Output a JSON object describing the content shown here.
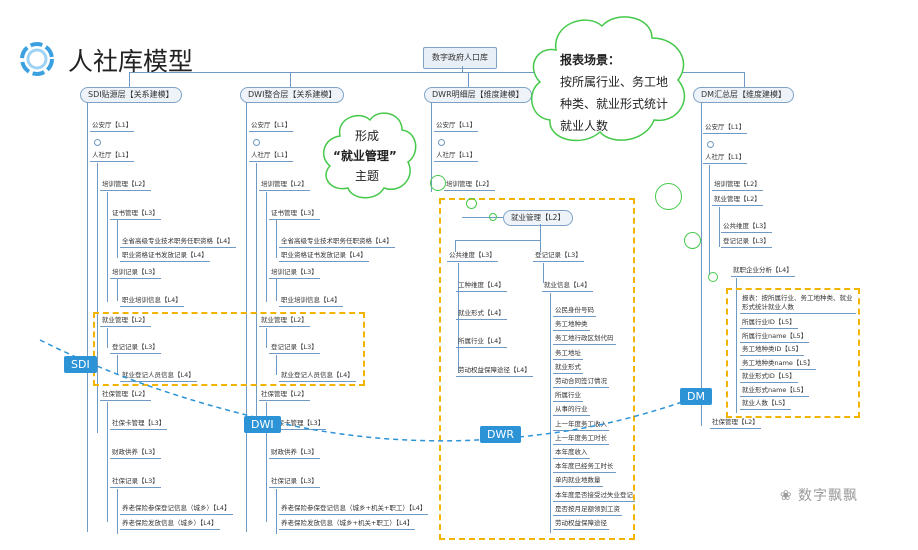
{
  "title": "人社库模型",
  "root": "数字政府人口库",
  "layers": {
    "sdi": "SDI贴源层【关系建模】",
    "dwi": "DWI整合层【关系建模】",
    "dwr": "DWR明细层【维度建模】",
    "dm": "DM汇总层【维度建模】"
  },
  "common": {
    "gonganting": "公安厅【L1】",
    "renshe": "人社厅【L1】",
    "peixun": "培训管理【L2】",
    "zhengshu": "证书管理【L3】",
    "zhengshu1": "全省高级专业技术职务任职资格【L4】",
    "zhengshu2": "职业资格证书发放记录【L4】",
    "peixunjilu": "培训记录【L3】",
    "peixunxinxi": "职业培训信息【L4】",
    "jiuye": "就业管理【L2】",
    "dengji": "登记记录【L3】",
    "jiuyedengji": "就业登记人员信息【L4】",
    "shebao": "社保管理【L2】",
    "shebaoka": "社保卡管理【L3】",
    "caizheng": "财政供养【L3】",
    "shebaojilu": "社保记录【L3】",
    "sdi_yl1": "养老保险参保登记信息（城乡）【L4】",
    "sdi_yl2": "养老保险发放信息（城乡）【L4】",
    "dwi_yl1": "养老保险参保登记信息（城乡+机关+职工）【L4】",
    "dwi_yl2": "养老保险发放信息（城乡+机关+职工）【L4】"
  },
  "dwr": {
    "gonganting": "公安厅【L1】",
    "renshe": "人社厅【L1】",
    "peixun": "培训管理【L2】",
    "jiuye": "就业管理【L2】",
    "gonggong": "公共维度【L3】",
    "gongzhong": "工种维度【L4】",
    "xingshi": "就业形式【L4】",
    "hangye": "所属行业【L4】",
    "laodong": "劳动权益保障途径【L4】",
    "dengji": "登记记录【L3】",
    "xinxi": "就业信息【L4】",
    "fields": [
      "公民身份号码",
      "务工地种类",
      "务工地行政区划代码",
      "务工地址",
      "就业形式",
      "劳动合同签订情况",
      "所属行业",
      "从事的行业",
      "上一年度务工收入",
      "上一年度务工时长",
      "本年度收入",
      "本年度已经务工时长",
      "单内就业地数量",
      "本年度是否接受过失业登记",
      "是否按月足额领到工资",
      "劳动权益保障途径"
    ]
  },
  "dm": {
    "gonganting": "公安厅【L1】",
    "renshe": "人社厅【L1】",
    "peixun": "培训管理【L2】",
    "jiuye": "就业管理【L2】",
    "gonggong": "公共维度【L3】",
    "dengji": "登记记录【L3】",
    "fenxi": "就职企业分析【L4】",
    "report": "报表：按所属行业、务工地种类、就业形式统计就业人数",
    "fields": [
      "所属行业ID【L5】",
      "所属行业name【L5】",
      "务工地种类ID【L5】",
      "务工地种类name【L5】",
      "就业形式ID【L5】",
      "就业形式name【L5】",
      "就业人数【L5】"
    ],
    "shebao": "社保管理【L2】"
  },
  "cloud_left": {
    "line1": "形成",
    "line2": "“就业管理”",
    "line3": "主题"
  },
  "cloud_right": {
    "line1": "报表场景：",
    "line2": "按所属行业、务工地",
    "line3": "种类、就业形式统计",
    "line4": "就业人数"
  },
  "badges": {
    "sdi": "SDI",
    "dwi": "DWI",
    "dwr": "DWR",
    "dm": "DM"
  },
  "watermark": "数字飘飘",
  "colors": {
    "accent": "#2b93d6",
    "highlight": "#f2b400",
    "cloud": "#45c94a",
    "line": "#6f9ac3"
  }
}
